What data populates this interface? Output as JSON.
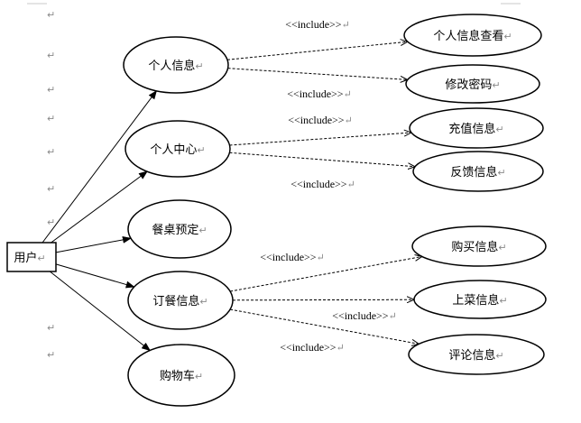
{
  "diagram": {
    "actor": {
      "id": "user",
      "label": "用户"
    },
    "use_cases": [
      {
        "id": "personal-info",
        "label": "个人信息"
      },
      {
        "id": "personal-center",
        "label": "个人中心"
      },
      {
        "id": "table-booking",
        "label": "餐桌预定"
      },
      {
        "id": "order-info",
        "label": "订餐信息"
      },
      {
        "id": "shopping-cart",
        "label": "购物车"
      },
      {
        "id": "view-personal-info",
        "label": "个人信息查看"
      },
      {
        "id": "change-password",
        "label": "修改密码"
      },
      {
        "id": "recharge-info",
        "label": "充值信息"
      },
      {
        "id": "feedback-info",
        "label": "反馈信息"
      },
      {
        "id": "purchase-info",
        "label": "购买信息"
      },
      {
        "id": "serve-dish-info",
        "label": "上菜信息"
      },
      {
        "id": "review-info",
        "label": "评论信息"
      }
    ],
    "associations": [
      {
        "from": "user",
        "to": "personal-info"
      },
      {
        "from": "user",
        "to": "personal-center"
      },
      {
        "from": "user",
        "to": "table-booking"
      },
      {
        "from": "user",
        "to": "order-info"
      },
      {
        "from": "user",
        "to": "shopping-cart"
      }
    ],
    "includes": [
      {
        "from": "personal-info",
        "to": "view-personal-info",
        "label": "<<include>>"
      },
      {
        "from": "personal-info",
        "to": "change-password",
        "label": "<<include>>"
      },
      {
        "from": "personal-center",
        "to": "recharge-info",
        "label": "<<include>>"
      },
      {
        "from": "personal-center",
        "to": "feedback-info",
        "label": "<<include>>"
      },
      {
        "from": "order-info",
        "to": "purchase-info",
        "label": "<<include>>"
      },
      {
        "from": "order-info",
        "to": "serve-dish-info",
        "label": "<<include>>"
      },
      {
        "from": "order-info",
        "to": "review-info",
        "label": "<<include>>"
      }
    ]
  },
  "paragraph_mark": "↵"
}
